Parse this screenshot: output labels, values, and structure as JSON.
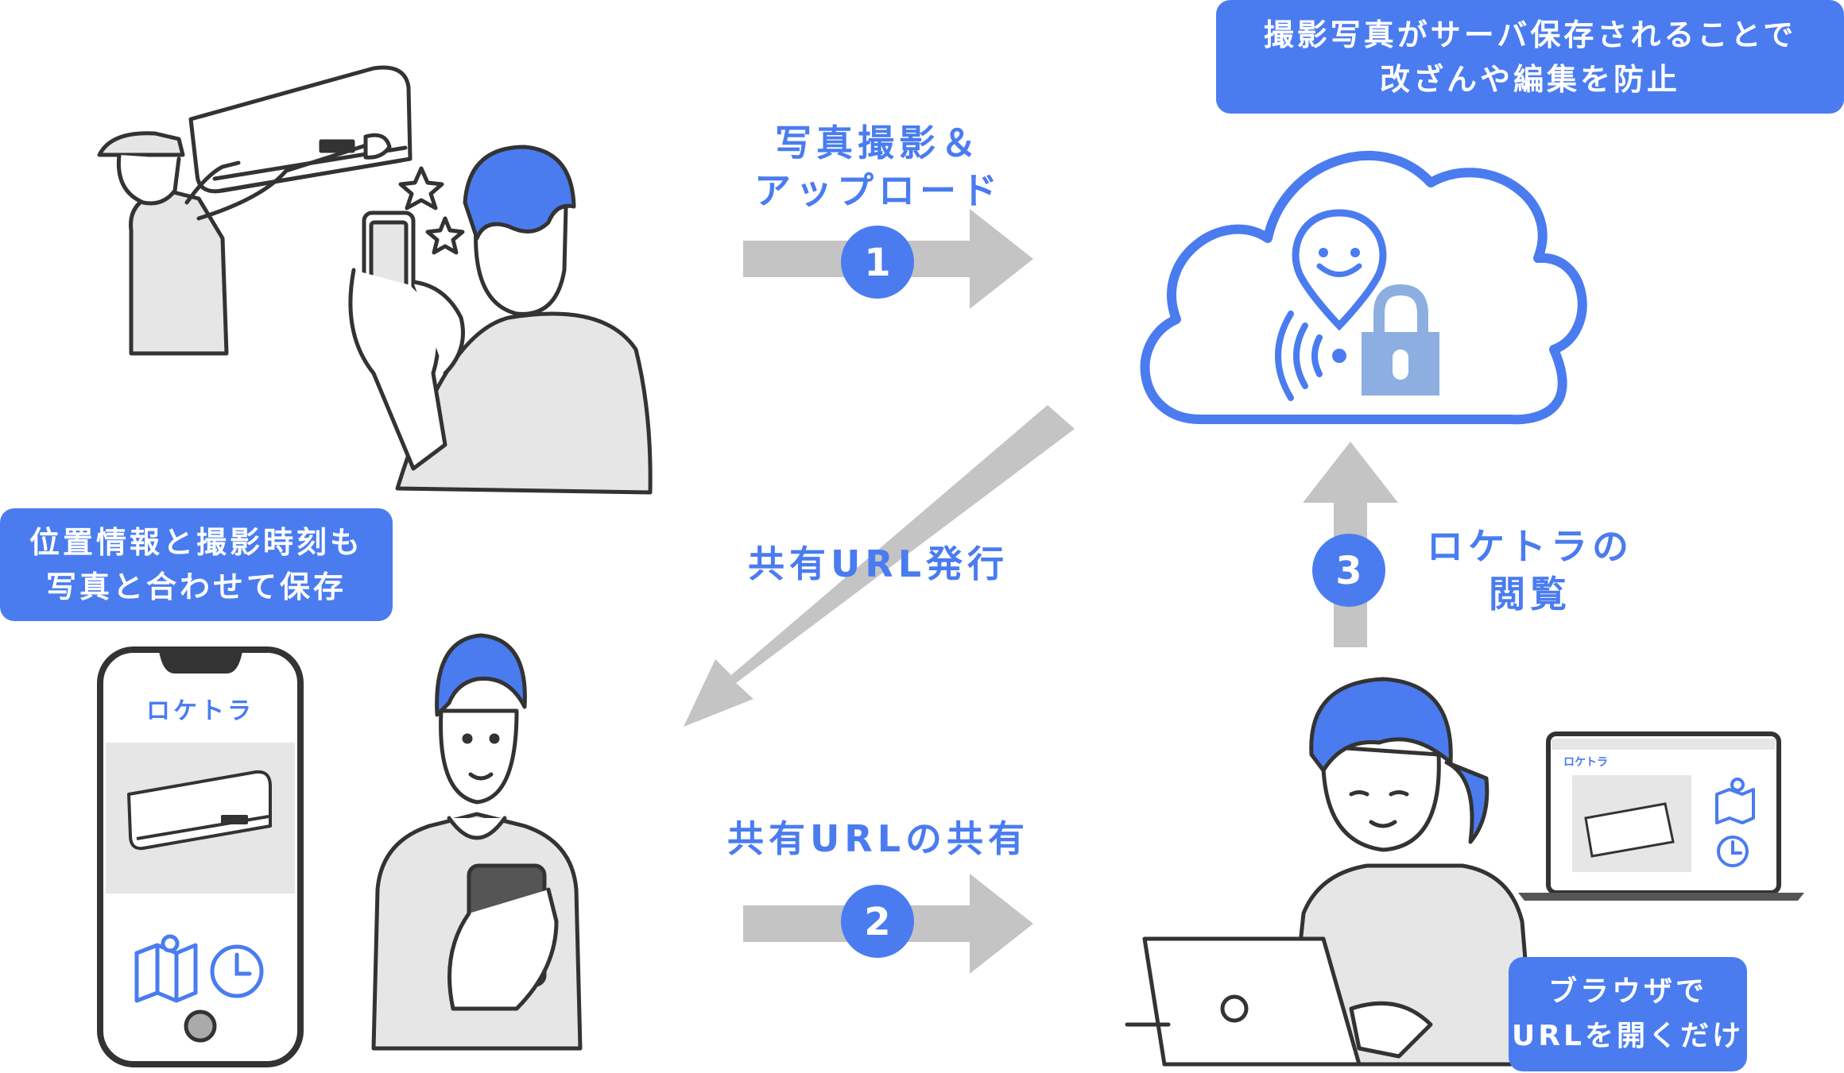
{
  "callouts": {
    "server": [
      "撮影写真がサーバ保存されることで",
      "改ざんや編集を防止"
    ],
    "location": [
      "位置情報と撮影時刻も",
      "写真と合わせて保存"
    ],
    "browser": [
      "ブラウザで",
      "URLを開くだけ"
    ]
  },
  "steps": {
    "upload": {
      "number": "1",
      "label": [
        "写真撮影＆",
        "アップロード"
      ]
    },
    "issue": {
      "label": "共有URL発行"
    },
    "share": {
      "number": "2",
      "label": "共有URLの共有"
    },
    "view": {
      "number": "3",
      "label": [
        "ロケトラの",
        "閲覧"
      ]
    }
  },
  "app": {
    "logo": "ロケトラ"
  },
  "colors": {
    "accent": "#4a7cf0",
    "arrow": "#c4c4c4",
    "line": "#333333",
    "gray": "#e6e6e6",
    "lock": "#8daee0"
  }
}
